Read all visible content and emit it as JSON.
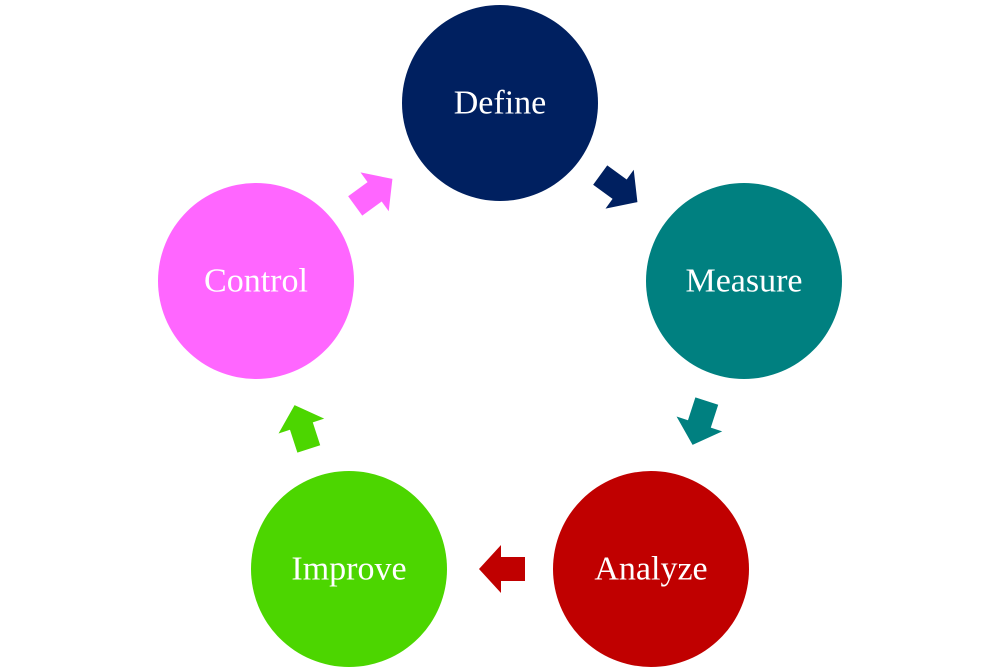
{
  "diagram": {
    "type": "cycle",
    "stages": [
      {
        "label": "Define",
        "color": "#002060"
      },
      {
        "label": "Measure",
        "color": "#008080"
      },
      {
        "label": "Analyze",
        "color": "#C00000"
      },
      {
        "label": "Improve",
        "color": "#4CD600"
      },
      {
        "label": "Control",
        "color": "#FF66FF"
      }
    ],
    "arrows": [
      {
        "from": "Define",
        "to": "Measure",
        "color": "#002060"
      },
      {
        "from": "Measure",
        "to": "Analyze",
        "color": "#008080"
      },
      {
        "from": "Analyze",
        "to": "Improve",
        "color": "#C00000"
      },
      {
        "from": "Improve",
        "to": "Control",
        "color": "#4CD600"
      },
      {
        "from": "Control",
        "to": "Define",
        "color": "#FF66FF"
      }
    ]
  }
}
